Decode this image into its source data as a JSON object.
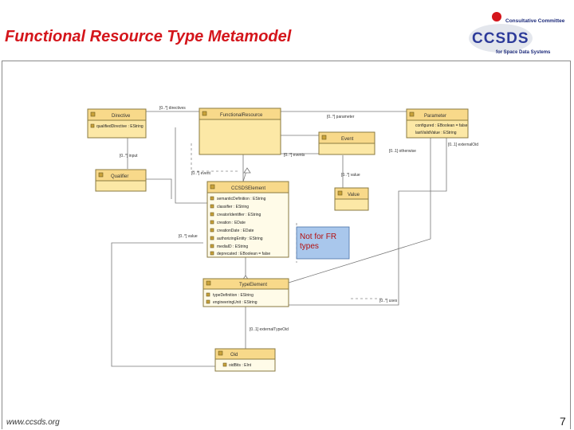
{
  "slide": {
    "title": "Functional Resource Type Metamodel",
    "footer_url": "www.ccsds.org",
    "page_number": "7",
    "logo": {
      "line1": "Consultative Committee",
      "word": "CCSDS",
      "line2": "for Space Data Systems"
    }
  },
  "diagram": {
    "classes": {
      "directive": {
        "name": "Directive",
        "attrs": [
          "qualifiedDirective : EString"
        ]
      },
      "functional_resource": {
        "name": "FunctionalResource",
        "attrs": []
      },
      "parameter": {
        "name": "Parameter",
        "attrs": [
          "configured : EBoolean = false",
          "lastValidValue : EString"
        ]
      },
      "event": {
        "name": "Event",
        "attrs": []
      },
      "qualifier": {
        "name": "Qualifier",
        "attrs": []
      },
      "value": {
        "name": "Value",
        "attrs": []
      },
      "ccsds_element": {
        "name": "CCSDSElement",
        "attrs": [
          "semanticDefinition : EString",
          "classifier : EString",
          "creatorIdentifier : EString",
          "creation : EDate",
          "creationDate : EDate",
          "authorizingEntity : EString",
          "mediaID : EString",
          "deprecated : EBoolean = false"
        ]
      },
      "type_element": {
        "name": "TypeElement",
        "attrs": [
          "typeDefinition : EString",
          "engineeringUnit : EString"
        ]
      },
      "oid": {
        "name": "Oid",
        "attrs": [
          "oidBits : EInt"
        ]
      }
    },
    "roles": {
      "r1": "[0..*] directives",
      "r2": "[0..*] parameter",
      "r3": "[0..*] events",
      "r4": "[0..1] externalOid",
      "r5": "[0..*] input",
      "r6": "[0..*] event",
      "r7": "[0..*] value",
      "r8": "[0..1] otherwise",
      "r9": "[0..*] value",
      "r10": "[0..1] externalTypeOid",
      "r11": "[0..*] uses"
    },
    "note": "Not for FR types"
  }
}
